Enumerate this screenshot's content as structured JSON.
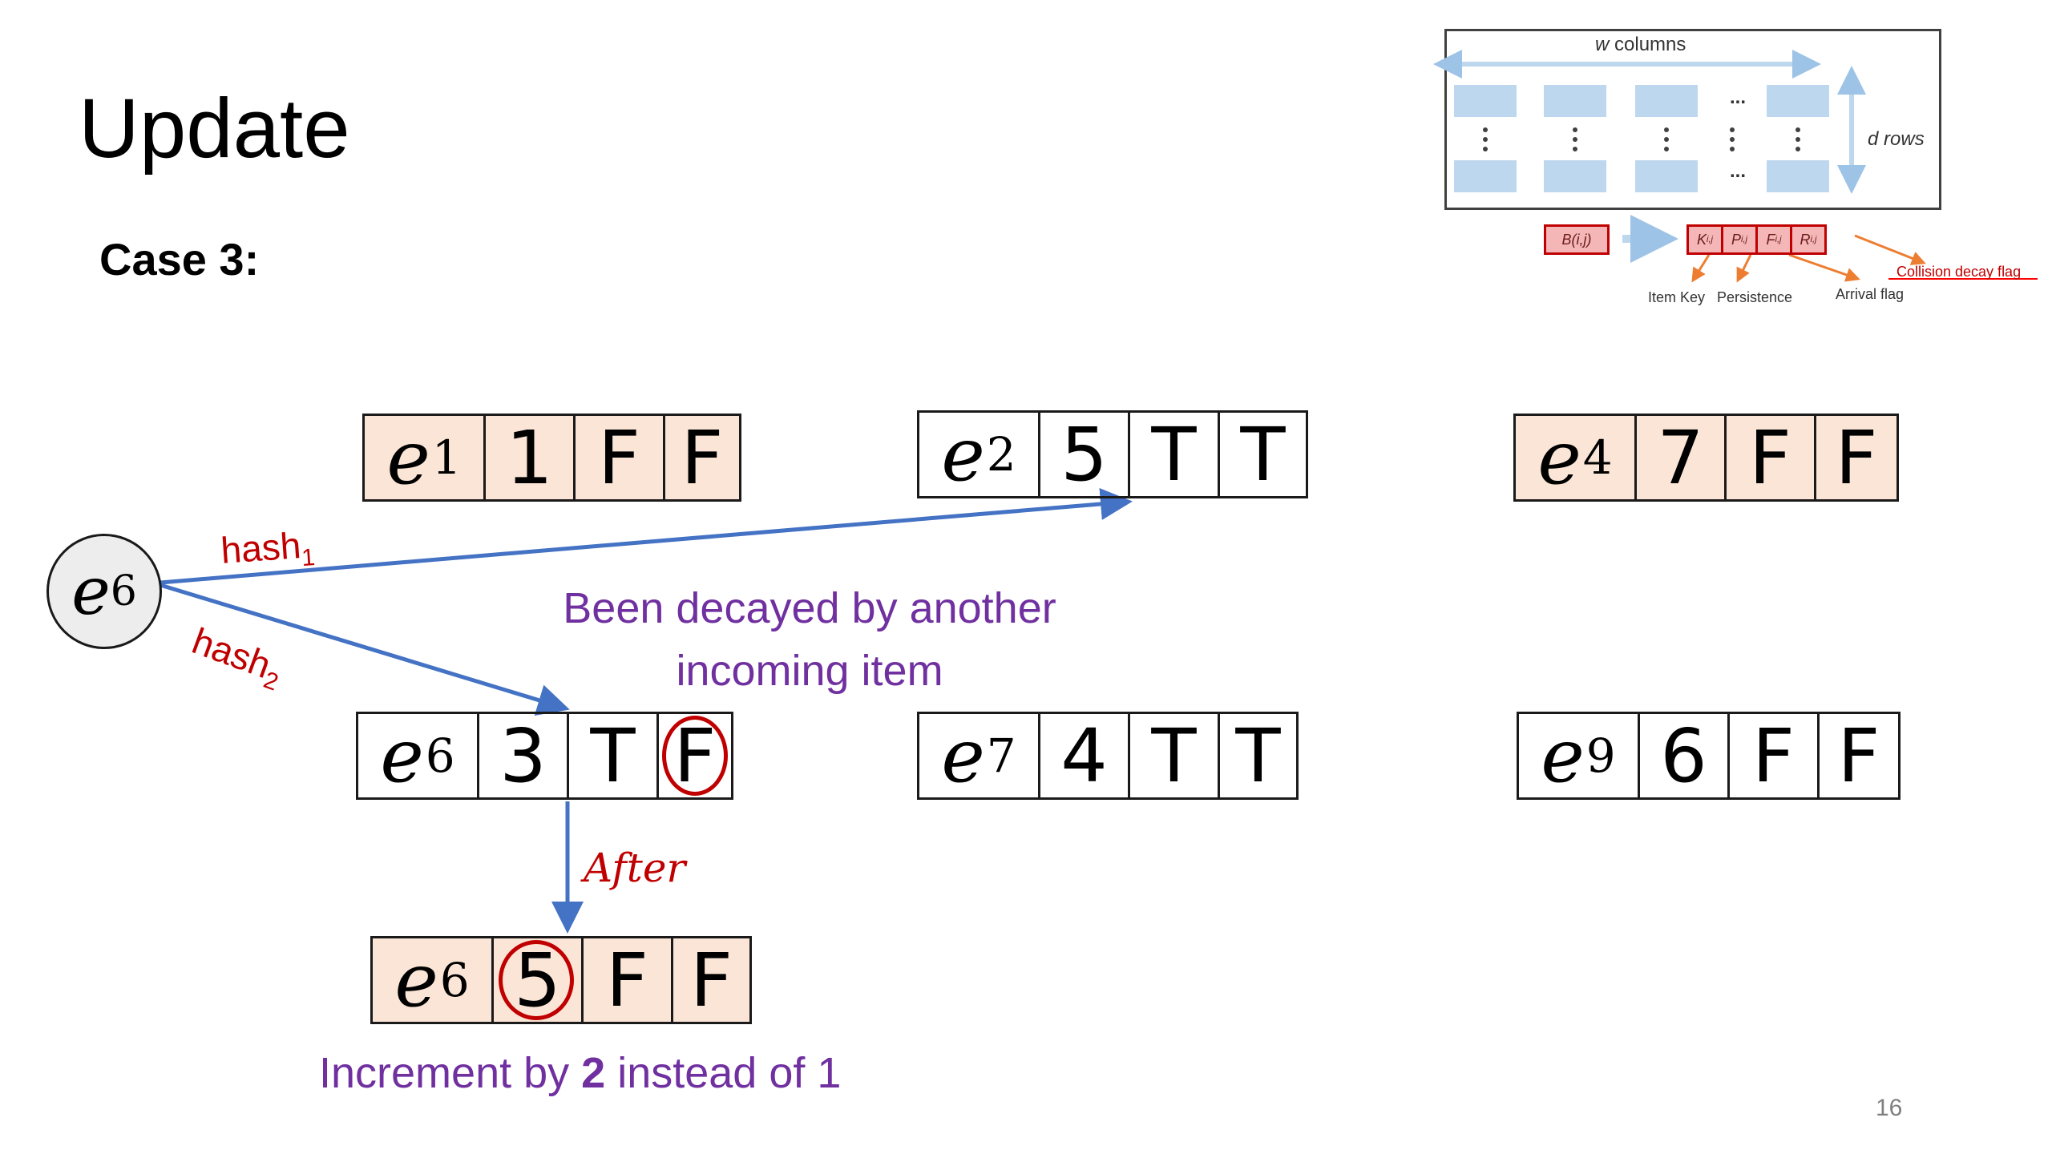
{
  "slide": {
    "title": "Update",
    "subtitle": "Case 3:",
    "page_number": "16"
  },
  "legend": {
    "w_label": "w",
    "columns_label": "columns",
    "d_label": "d",
    "rows_label": "rows",
    "ellipsis": "...",
    "bucket_label": "B(i,j)",
    "fields": [
      "K",
      "P",
      "F",
      "R"
    ],
    "field_subscript": "i,j",
    "item_key": "Item Key",
    "persistence": "Persistence",
    "arrival_flag": "Arrival flag",
    "collision_flag": "Collision decay flag"
  },
  "incoming": {
    "symbol": "e",
    "sub": "6"
  },
  "hash_labels": {
    "hash1": "hash",
    "hash1_sub": "1",
    "hash2": "hash",
    "hash2_sub": "2"
  },
  "buckets": {
    "b_top_1": {
      "key": "e",
      "sub": "1",
      "count": "1",
      "flag1": "F",
      "flag2": "F"
    },
    "b_top_2": {
      "key": "e",
      "sub": "2",
      "count": "5",
      "flag1": "T",
      "flag2": "T"
    },
    "b_top_3": {
      "key": "e",
      "sub": "4",
      "count": "7",
      "flag1": "F",
      "flag2": "F"
    },
    "b_mid_1": {
      "key": "e",
      "sub": "6",
      "count": "3",
      "flag1": "T",
      "flag2": "F"
    },
    "b_mid_2": {
      "key": "e",
      "sub": "7",
      "count": "4",
      "flag1": "T",
      "flag2": "T"
    },
    "b_mid_3": {
      "key": "e",
      "sub": "9",
      "count": "6",
      "flag1": "F",
      "flag2": "F"
    },
    "b_after": {
      "key": "e",
      "sub": "6",
      "count": "5",
      "flag1": "F",
      "flag2": "F"
    }
  },
  "notes": {
    "decayed_line1": "Been decayed by another",
    "decayed_line2": "incoming item",
    "after": "After",
    "increment_pre": "Increment by ",
    "increment_bold": "2",
    "increment_post": " instead of 1"
  },
  "colors": {
    "shade": "#fbe5d6",
    "arrow": "#4472c4",
    "red": "#c00000",
    "purple": "#7030a0",
    "legend_blue": "#bdd7ee"
  }
}
